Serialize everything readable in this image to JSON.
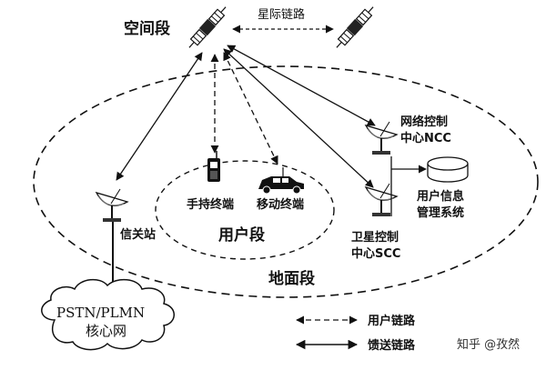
{
  "labels": {
    "space_segment": "空间段",
    "isl": "星际链路",
    "user_segment": "用户段",
    "ground_segment": "地面段",
    "handheld": "手持终端",
    "mobile": "移动终端",
    "gateway": "信关站",
    "ncc_line1": "网络控制",
    "ncc_line2": "中心NCC",
    "scc_line1": "卫星控制",
    "scc_line2": "中心SCC",
    "ums_line1": "用户信息",
    "ums_line2": "管理系统",
    "core_line1": "PSTN/PLMN",
    "core_line2": "核心网"
  },
  "legend": {
    "user_link": "用户链路",
    "feeder_link": "馈送链路"
  },
  "watermark": "知乎 @孜然",
  "icons": {
    "satellite": "satellite-icon",
    "dish": "satellite-dish-icon",
    "handheld": "handheld-terminal-icon",
    "vehicle": "vehicle-terminal-icon",
    "database": "database-icon",
    "cloud": "cloud-icon"
  }
}
